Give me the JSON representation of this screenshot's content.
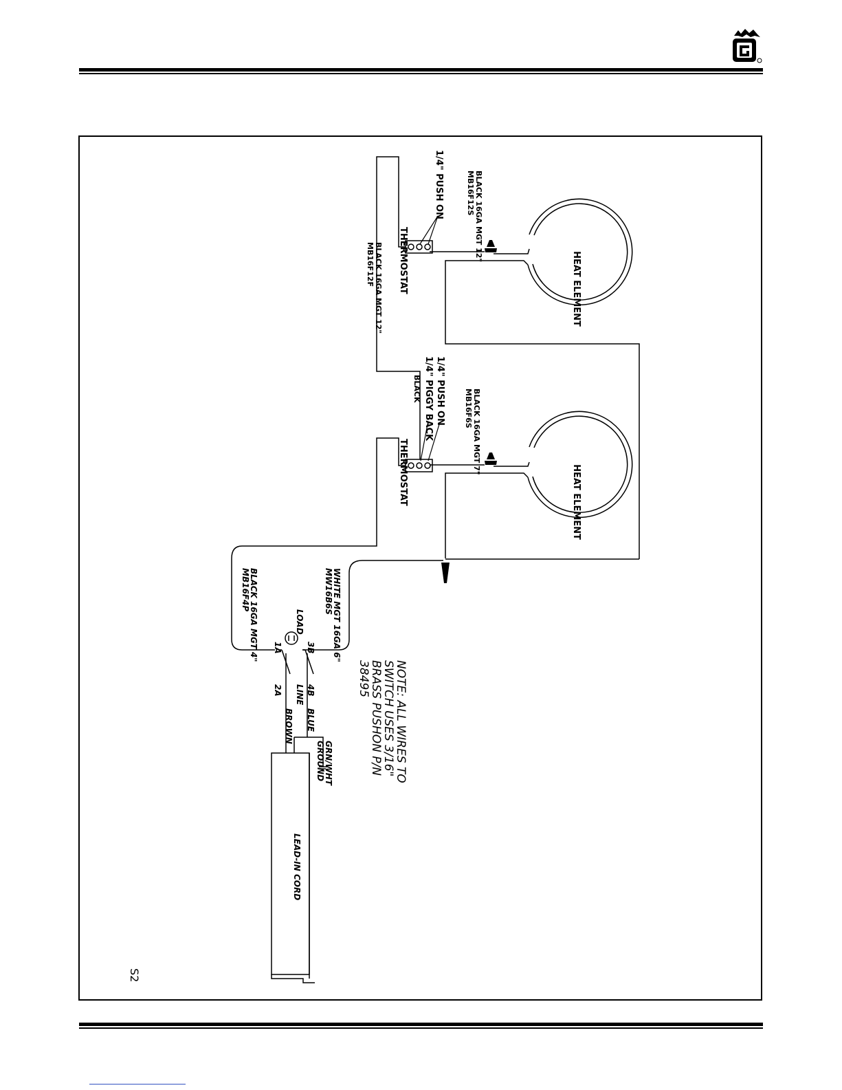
{
  "diagram": {
    "components": {
      "heat_element": "HEAT ELEMENT",
      "thermostat": "THERMOSTAT",
      "lead_in_cord": "LEAD-IN CORD"
    },
    "wires": {
      "top_black": "BLACK 16GA MGT 12\"",
      "top_black_pn": "MB16F12S",
      "thermostat_link": "BLACK 16GA MGT 12\"",
      "thermostat_link_pn": "MB16F12F",
      "lower_black": "BLACK 16GA MGT 7\"",
      "lower_black_pn": "MB16F6S",
      "switch_black": "BLACK 16GA MGT 4\"",
      "switch_black_pn": "MB16F4P",
      "white": "WHITE MGT 16GA 6\"",
      "white_pn": "MW16B6S",
      "black_label": "BLACK"
    },
    "connectors": {
      "push_on": "1/4\" PUSH ON",
      "piggy_back": "1/4\" PIGGY BACK"
    },
    "switch": {
      "load": "LOAD",
      "line": "LINE",
      "terminal_1a": "1A",
      "terminal_2a": "2A",
      "terminal_3b": "3B",
      "terminal_4b": "4B",
      "brown": "BROWN",
      "blue": "BLUE",
      "ground_color": "GRN/WHT",
      "ground": "GROUND"
    },
    "note": {
      "line1": "NOTE: ALL WIRES TO",
      "line2": "SWITCH USES 3/16\"",
      "line3": "BRASS PUSHON P/N",
      "line4": "38495"
    },
    "page_code": "S2"
  }
}
